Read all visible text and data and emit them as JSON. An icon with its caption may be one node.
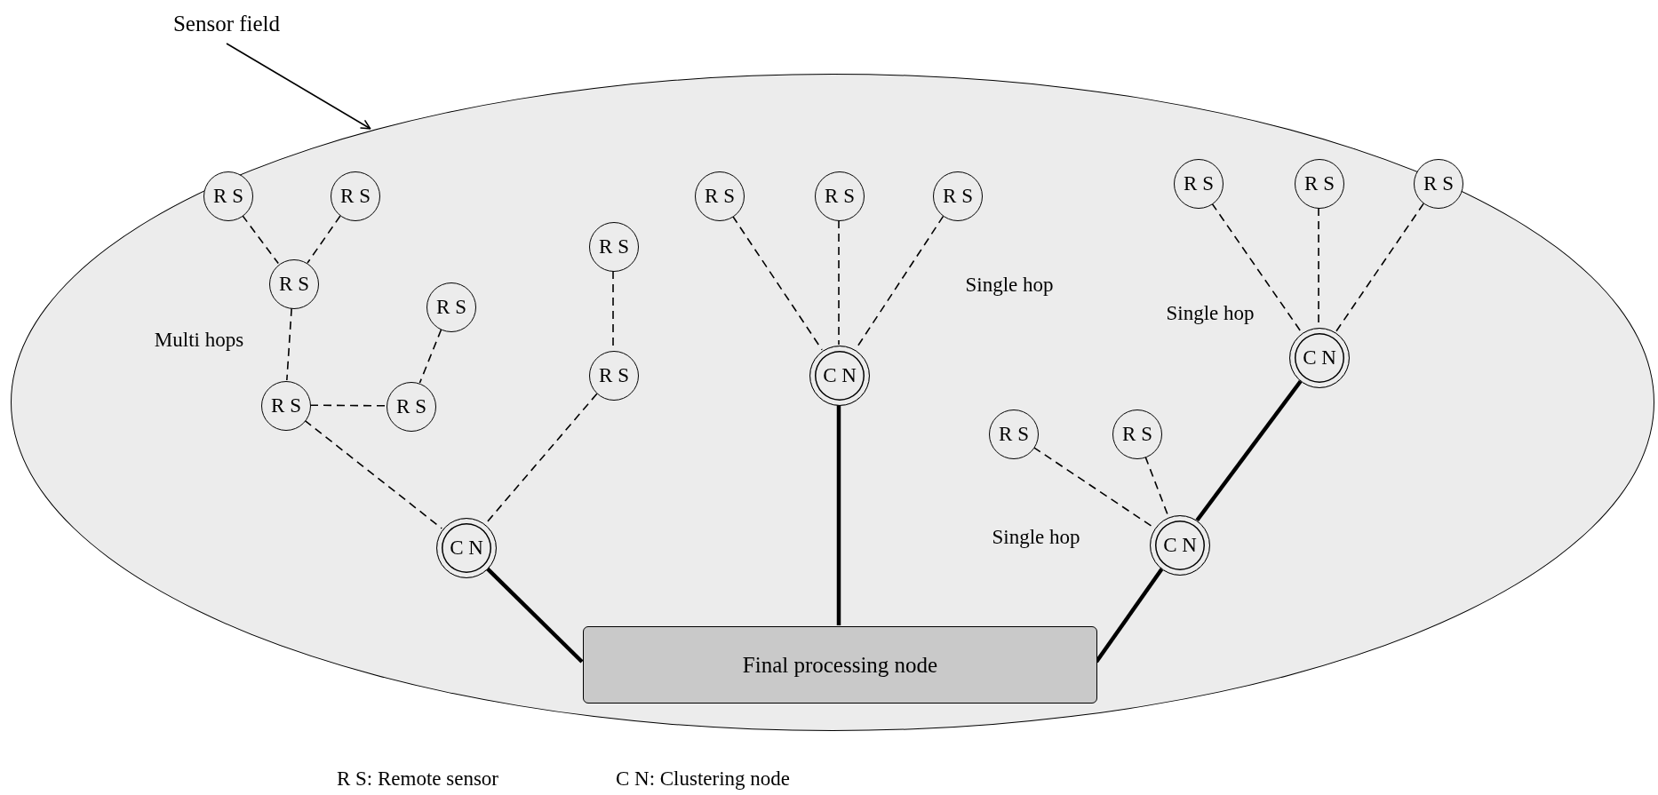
{
  "diagram": {
    "nodes": [
      {
        "text": [
          "Sensor field"
        ]
      },
      {
        "text": [],
        "shape": "ellipse"
      },
      {
        "text": [
          "R S"
        ],
        "in": 1
      },
      {
        "text": [
          "R S"
        ],
        "in": 1
      },
      {
        "text": [
          "R S"
        ],
        "in": 1
      },
      {
        "text": [
          "R S"
        ],
        "in": 1
      },
      {
        "text": [
          "R S"
        ],
        "in": 1
      },
      {
        "text": [
          "R S"
        ],
        "in": 1
      },
      {
        "text": [
          "R S"
        ],
        "in": 1
      },
      {
        "text": [
          "R S"
        ],
        "in": 1
      },
      {
        "text": [
          "R S"
        ],
        "in": 1
      },
      {
        "text": [
          "R S"
        ],
        "in": 1
      },
      {
        "text": [
          "R S"
        ],
        "in": 1
      },
      {
        "text": [
          "C N"
        ],
        "in": 1
      },
      {
        "text": [
          "C N"
        ],
        "in": 1
      },
      {
        "text": [
          "R S"
        ],
        "in": 1
      },
      {
        "text": [
          "R S"
        ],
        "in": 1
      },
      {
        "text": [
          "R S"
        ],
        "in": 1
      },
      {
        "text": [
          "R S"
        ],
        "in": 1
      },
      {
        "text": [
          "R S"
        ],
        "in": 1
      },
      {
        "text": [
          "C N"
        ],
        "in": 1
      },
      {
        "text": [
          "C N"
        ],
        "in": 1
      },
      {
        "text": [
          "Final processing node"
        ],
        "in": 1
      }
    ],
    "edges": [
      {
        "from": 0,
        "to": 1,
        "arrow": "to"
      },
      {
        "from": 2,
        "to": 4,
        "arrow": "none",
        "style": "dashed"
      },
      {
        "from": 3,
        "to": 4,
        "arrow": "none",
        "style": "dashed"
      },
      {
        "from": 4,
        "to": 16,
        "arrow": "none",
        "style": "dashed"
      },
      {
        "from": 16,
        "to": 17,
        "arrow": "none",
        "style": "dashed"
      },
      {
        "from": 12,
        "to": 17,
        "arrow": "none",
        "style": "dashed"
      },
      {
        "from": 16,
        "to": 21,
        "arrow": "none",
        "style": "dashed"
      },
      {
        "from": 5,
        "to": 15,
        "arrow": "none",
        "style": "dashed"
      },
      {
        "from": 15,
        "to": 21,
        "arrow": "none",
        "style": "dashed"
      },
      {
        "from": 6,
        "to": 14,
        "arrow": "none",
        "style": "dashed"
      },
      {
        "from": 7,
        "to": 14,
        "arrow": "none",
        "style": "dashed"
      },
      {
        "from": 8,
        "to": 14,
        "arrow": "none",
        "style": "dashed"
      },
      {
        "from": 9,
        "to": 13,
        "arrow": "none",
        "style": "dashed"
      },
      {
        "from": 10,
        "to": 13,
        "arrow": "none",
        "style": "dashed"
      },
      {
        "from": 11,
        "to": 13,
        "arrow": "none",
        "style": "dashed"
      },
      {
        "from": 18,
        "to": 20,
        "arrow": "none",
        "style": "dashed"
      },
      {
        "from": 19,
        "to": 20,
        "arrow": "none",
        "style": "dashed"
      },
      {
        "from": 21,
        "to": 22,
        "arrow": "none",
        "style": "thick"
      },
      {
        "from": 14,
        "to": 22,
        "arrow": "none",
        "style": "thick"
      },
      {
        "from": 13,
        "to": 20,
        "arrow": "none",
        "style": "thick"
      },
      {
        "from": 20,
        "to": 22,
        "arrow": "none",
        "style": "thick"
      }
    ],
    "labels": [
      "Single hop",
      "Single hop",
      "Multi hops",
      "Single hop",
      "R S: Remote sensor",
      "C N: Clustering node"
    ]
  }
}
